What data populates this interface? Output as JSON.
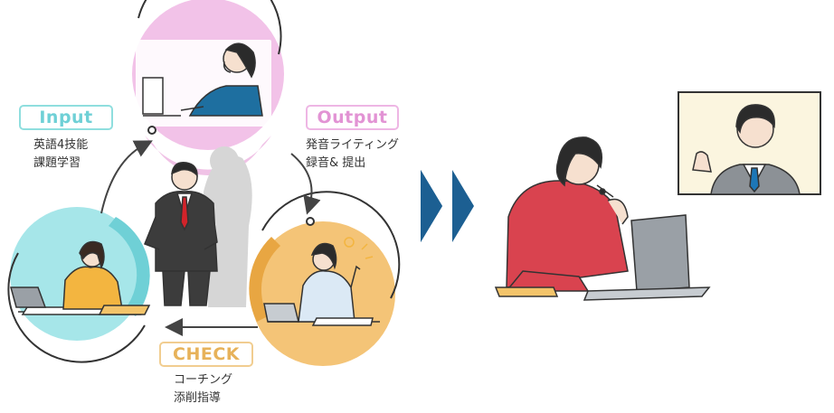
{
  "cycle": {
    "input": {
      "title": "Input",
      "line1": "英語4技能",
      "line2": "課題学習"
    },
    "output": {
      "title": "Output",
      "line1": "発音ライティング",
      "line2": "録音& 提出"
    },
    "check": {
      "title": "CHECK",
      "line1": "コーチング",
      "line2": "添削指導"
    }
  },
  "colors": {
    "input": "#8fdede",
    "output": "#eeb6e4",
    "check": "#f1cd90",
    "arrow_accent": "#1c5f92"
  }
}
